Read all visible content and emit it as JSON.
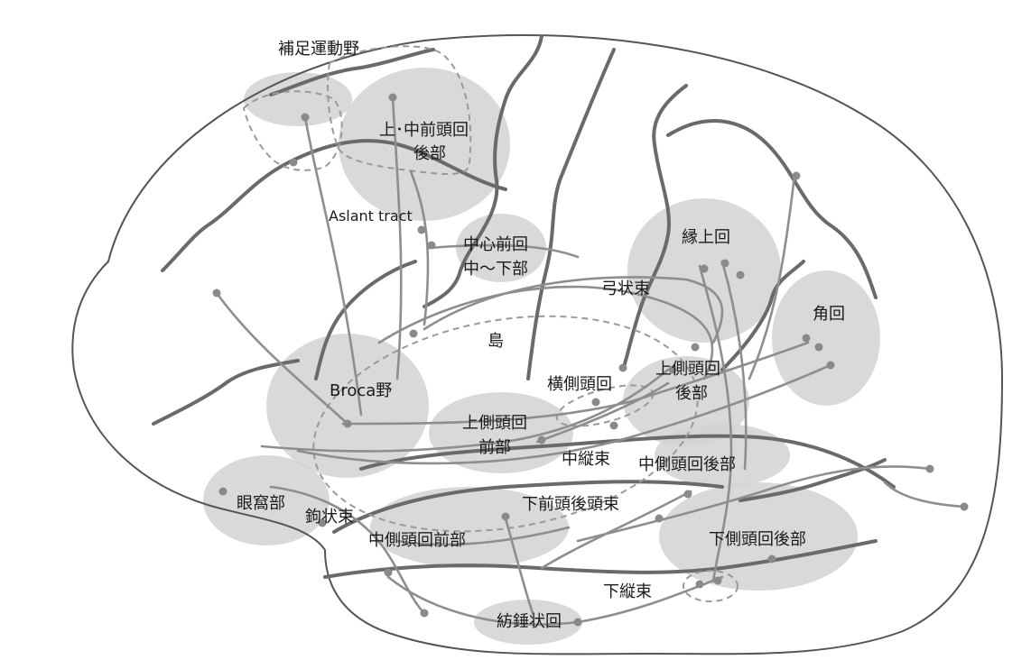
{
  "labels": {
    "sma": "補足運動野",
    "sfg_line1": "上･中前頭回",
    "sfg_line2": "後部",
    "aslant": "Aslant tract",
    "precentral_line1": "中心前回",
    "precentral_line2": "中～下部",
    "supramarginal": "縁上回",
    "arcuate": "弓状束",
    "angular": "角回",
    "insula": "島",
    "heschl": "横側頭回",
    "stg_post_line1": "上側頭回",
    "stg_post_line2": "後部",
    "broca": "Broca野",
    "stg_ant_line1": "上側頭回",
    "stg_ant_line2": "前部",
    "mdlf": "中縦束",
    "mtg_post": "中側頭回後部",
    "orbital": "眼窩部",
    "uncinate": "鉤状束",
    "ifof": "下前頭後頭束",
    "mtg_ant": "中側頭回前部",
    "itg_post": "下側頭回後部",
    "ilf": "下縦束",
    "fusiform": "紡錘状回"
  },
  "colors": {
    "outline": "#555555",
    "gyrus": "#6a6a6a",
    "tract": "#8e8e8e",
    "region_shading": "#d2d2d2",
    "text": "#1a1a1a"
  }
}
